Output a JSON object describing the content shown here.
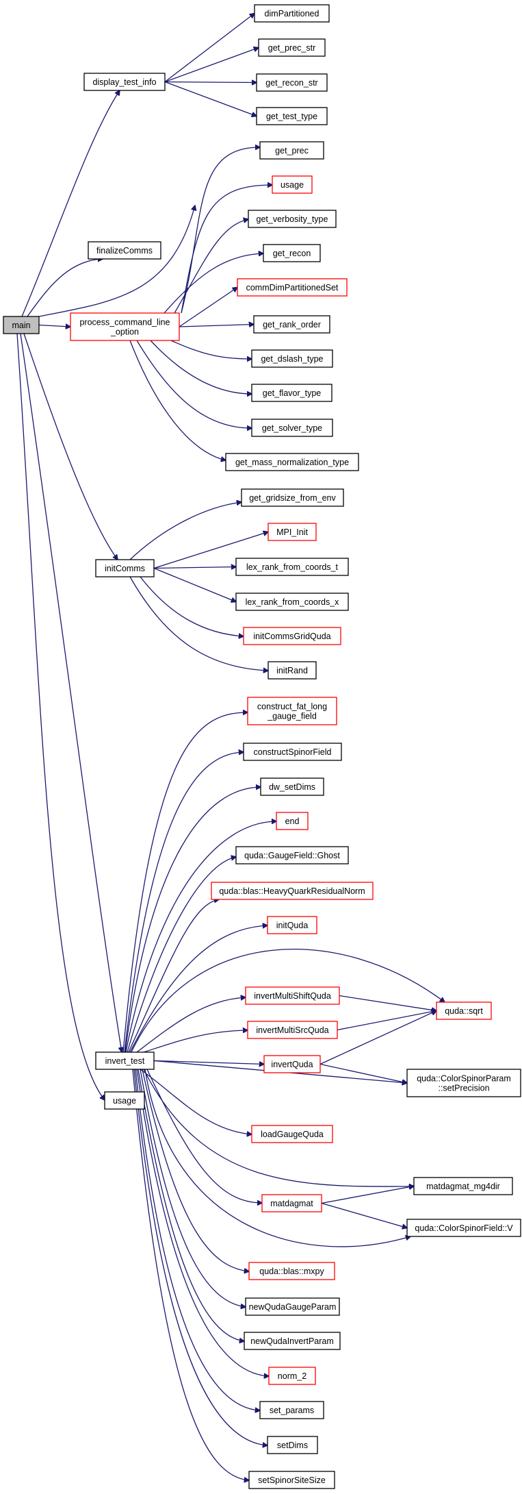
{
  "diagram": {
    "colors": {
      "edge": "#191970",
      "root_fill": "#bfbfbf",
      "normal_border": "#000000",
      "truncated_border": "#ff0000",
      "fill": "#ffffff"
    },
    "nodes": {
      "main": {
        "label": [
          "main"
        ],
        "style": "root"
      },
      "display_test_info": {
        "label": [
          "display_test_info"
        ],
        "style": "normal"
      },
      "dimPartitioned": {
        "label": [
          "dimPartitioned"
        ],
        "style": "normal"
      },
      "get_prec_str": {
        "label": [
          "get_prec_str"
        ],
        "style": "normal"
      },
      "get_recon_str": {
        "label": [
          "get_recon_str"
        ],
        "style": "normal"
      },
      "get_test_type": {
        "label": [
          "get_test_type"
        ],
        "style": "normal"
      },
      "get_prec": {
        "label": [
          "get_prec"
        ],
        "style": "normal"
      },
      "usage_a": {
        "label": [
          "usage"
        ],
        "style": "truncated"
      },
      "get_verbosity_type": {
        "label": [
          "get_verbosity_type"
        ],
        "style": "normal"
      },
      "finalizeComms": {
        "label": [
          "finalizeComms"
        ],
        "style": "normal"
      },
      "get_recon": {
        "label": [
          "get_recon"
        ],
        "style": "normal"
      },
      "commDimPartitionedSet": {
        "label": [
          "commDimPartitionedSet"
        ],
        "style": "truncated"
      },
      "process_command_line_option": {
        "label": [
          "process_command_line",
          "_option"
        ],
        "style": "truncated"
      },
      "get_rank_order": {
        "label": [
          "get_rank_order"
        ],
        "style": "normal"
      },
      "get_dslash_type": {
        "label": [
          "get_dslash_type"
        ],
        "style": "normal"
      },
      "get_flavor_type": {
        "label": [
          "get_flavor_type"
        ],
        "style": "normal"
      },
      "get_solver_type": {
        "label": [
          "get_solver_type"
        ],
        "style": "normal"
      },
      "get_mass_normalization_type": {
        "label": [
          "get_mass_normalization_type"
        ],
        "style": "normal"
      },
      "get_gridsize_from_env": {
        "label": [
          "get_gridsize_from_env"
        ],
        "style": "normal"
      },
      "MPI_Init": {
        "label": [
          "MPI_Init"
        ],
        "style": "truncated"
      },
      "initComms": {
        "label": [
          "initComms"
        ],
        "style": "normal"
      },
      "lex_rank_from_coords_t": {
        "label": [
          "lex_rank_from_coords_t"
        ],
        "style": "normal"
      },
      "lex_rank_from_coords_x": {
        "label": [
          "lex_rank_from_coords_x"
        ],
        "style": "normal"
      },
      "initCommsGridQuda": {
        "label": [
          "initCommsGridQuda"
        ],
        "style": "truncated"
      },
      "initRand": {
        "label": [
          "initRand"
        ],
        "style": "normal"
      },
      "construct_fat_long_gauge_field": {
        "label": [
          "construct_fat_long",
          "_gauge_field"
        ],
        "style": "truncated"
      },
      "constructSpinorField": {
        "label": [
          "constructSpinorField"
        ],
        "style": "normal"
      },
      "dw_setDims": {
        "label": [
          "dw_setDims"
        ],
        "style": "normal"
      },
      "end": {
        "label": [
          "end"
        ],
        "style": "truncated"
      },
      "GaugeField_Ghost": {
        "label": [
          "quda::GaugeField::Ghost"
        ],
        "style": "normal"
      },
      "HeavyQuarkResidualNorm": {
        "label": [
          "quda::blas::HeavyQuarkResidualNorm"
        ],
        "style": "truncated"
      },
      "initQuda": {
        "label": [
          "initQuda"
        ],
        "style": "truncated"
      },
      "invertMultiShiftQuda": {
        "label": [
          "invertMultiShiftQuda"
        ],
        "style": "truncated"
      },
      "quda_sqrt": {
        "label": [
          "quda::sqrt"
        ],
        "style": "truncated"
      },
      "invertMultiSrcQuda": {
        "label": [
          "invertMultiSrcQuda"
        ],
        "style": "truncated"
      },
      "invert_test": {
        "label": [
          "invert_test"
        ],
        "style": "normal"
      },
      "invertQuda": {
        "label": [
          "invertQuda"
        ],
        "style": "truncated"
      },
      "setPrecision": {
        "label": [
          "quda::ColorSpinorParam",
          "::setPrecision"
        ],
        "style": "normal"
      },
      "usage_b": {
        "label": [
          "usage"
        ],
        "style": "normal"
      },
      "loadGaugeQuda": {
        "label": [
          "loadGaugeQuda"
        ],
        "style": "truncated"
      },
      "matdagmat_mg4dir": {
        "label": [
          "matdagmat_mg4dir"
        ],
        "style": "normal"
      },
      "matdagmat": {
        "label": [
          "matdagmat"
        ],
        "style": "truncated"
      },
      "ColorSpinorField_V": {
        "label": [
          "quda::ColorSpinorField::V"
        ],
        "style": "normal"
      },
      "blas_mxpy": {
        "label": [
          "quda::blas::mxpy"
        ],
        "style": "truncated"
      },
      "newQudaGaugeParam": {
        "label": [
          "newQudaGaugeParam"
        ],
        "style": "normal"
      },
      "newQudaInvertParam": {
        "label": [
          "newQudaInvertParam"
        ],
        "style": "normal"
      },
      "norm_2": {
        "label": [
          "norm_2"
        ],
        "style": "truncated"
      },
      "set_params": {
        "label": [
          "set_params"
        ],
        "style": "normal"
      },
      "setDims": {
        "label": [
          "setDims"
        ],
        "style": "normal"
      },
      "setSpinorSiteSize": {
        "label": [
          "setSpinorSiteSize"
        ],
        "style": "normal"
      }
    },
    "edges": [
      [
        "main",
        "display_test_info"
      ],
      [
        "main",
        "finalizeComms"
      ],
      [
        "main",
        "get_prec"
      ],
      [
        "main",
        "process_command_line_option"
      ],
      [
        "main",
        "initComms"
      ],
      [
        "main",
        "invert_test"
      ],
      [
        "main",
        "usage_b"
      ],
      [
        "display_test_info",
        "dimPartitioned"
      ],
      [
        "display_test_info",
        "get_prec_str"
      ],
      [
        "display_test_info",
        "get_recon_str"
      ],
      [
        "display_test_info",
        "get_test_type"
      ],
      [
        "process_command_line_option",
        "get_prec"
      ],
      [
        "process_command_line_option",
        "usage_a"
      ],
      [
        "process_command_line_option",
        "get_verbosity_type"
      ],
      [
        "process_command_line_option",
        "get_recon"
      ],
      [
        "process_command_line_option",
        "commDimPartitionedSet"
      ],
      [
        "process_command_line_option",
        "get_rank_order"
      ],
      [
        "process_command_line_option",
        "get_dslash_type"
      ],
      [
        "process_command_line_option",
        "get_flavor_type"
      ],
      [
        "process_command_line_option",
        "get_solver_type"
      ],
      [
        "process_command_line_option",
        "get_mass_normalization_type"
      ],
      [
        "initComms",
        "get_gridsize_from_env"
      ],
      [
        "initComms",
        "MPI_Init"
      ],
      [
        "initComms",
        "lex_rank_from_coords_t"
      ],
      [
        "initComms",
        "lex_rank_from_coords_x"
      ],
      [
        "initComms",
        "initCommsGridQuda"
      ],
      [
        "initComms",
        "initRand"
      ],
      [
        "invert_test",
        "construct_fat_long_gauge_field"
      ],
      [
        "invert_test",
        "constructSpinorField"
      ],
      [
        "invert_test",
        "dw_setDims"
      ],
      [
        "invert_test",
        "end"
      ],
      [
        "invert_test",
        "GaugeField_Ghost"
      ],
      [
        "invert_test",
        "HeavyQuarkResidualNorm"
      ],
      [
        "invert_test",
        "initQuda"
      ],
      [
        "invert_test",
        "quda_sqrt"
      ],
      [
        "invert_test",
        "invertMultiShiftQuda"
      ],
      [
        "invert_test",
        "invertMultiSrcQuda"
      ],
      [
        "invert_test",
        "invertQuda"
      ],
      [
        "invert_test",
        "setPrecision"
      ],
      [
        "invert_test",
        "loadGaugeQuda"
      ],
      [
        "invert_test",
        "matdagmat_mg4dir"
      ],
      [
        "invert_test",
        "matdagmat"
      ],
      [
        "invert_test",
        "ColorSpinorField_V"
      ],
      [
        "invert_test",
        "blas_mxpy"
      ],
      [
        "invert_test",
        "newQudaGaugeParam"
      ],
      [
        "invert_test",
        "newQudaInvertParam"
      ],
      [
        "invert_test",
        "norm_2"
      ],
      [
        "invert_test",
        "set_params"
      ],
      [
        "invert_test",
        "setDims"
      ],
      [
        "invert_test",
        "setSpinorSiteSize"
      ],
      [
        "invertMultiShiftQuda",
        "quda_sqrt"
      ],
      [
        "invertMultiSrcQuda",
        "quda_sqrt"
      ],
      [
        "invertQuda",
        "quda_sqrt"
      ],
      [
        "invertQuda",
        "setPrecision"
      ],
      [
        "matdagmat",
        "matdagmat_mg4dir"
      ],
      [
        "matdagmat",
        "ColorSpinorField_V"
      ]
    ]
  }
}
